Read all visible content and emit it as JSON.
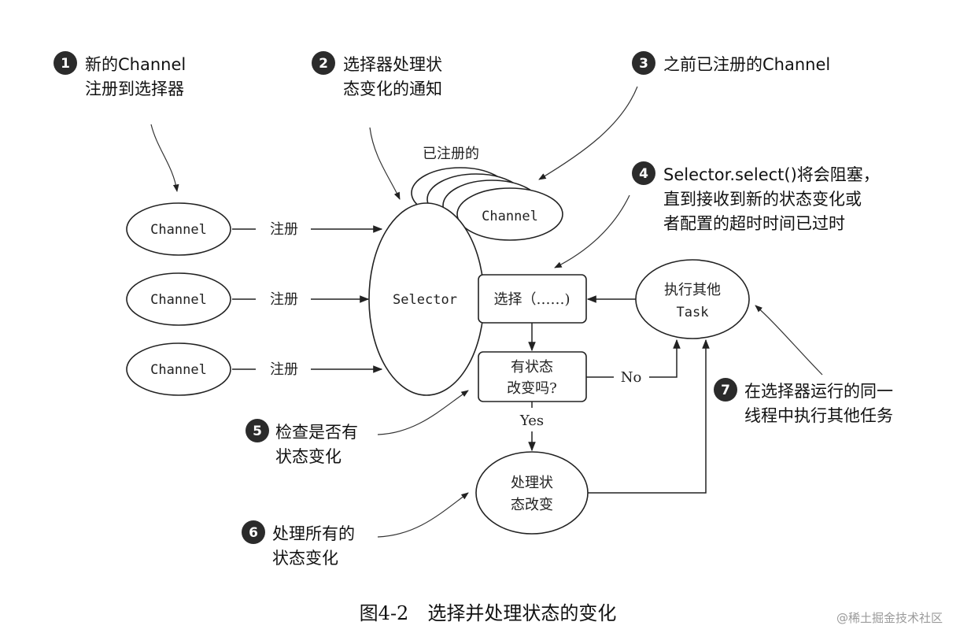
{
  "callouts": {
    "c1": {
      "number": "1",
      "line1": "新的Channel",
      "line2": "注册到选择器"
    },
    "c2": {
      "number": "2",
      "line1": "选择器处理状",
      "line2": "态变化的通知"
    },
    "c3": {
      "number": "3",
      "line1": "之前已注册的Channel"
    },
    "c4": {
      "number": "4",
      "line1": "Selector.select()将会阻塞，",
      "line2": "直到接收到新的状态变化或",
      "line3": "者配置的超时时间已过时"
    },
    "c5": {
      "number": "5",
      "line1": "检查是否有",
      "line2": "状态变化"
    },
    "c6": {
      "number": "6",
      "line1": "处理所有的",
      "line2": "状态变化"
    },
    "c7": {
      "number": "7",
      "line1": "在选择器运行的同一",
      "line2": "线程中执行其他任务"
    }
  },
  "nodes": {
    "channel": "Channel",
    "register_label": "注册",
    "registered_label": "已注册的",
    "selector": "Selector",
    "select_call": "选择（……)",
    "decision_line1": "有状态",
    "decision_line2": "改变吗?",
    "no": "No",
    "yes": "Yes",
    "process_line1": "处理状",
    "process_line2": "态改变",
    "task_line1": "执行其他",
    "task_line2": "Task"
  },
  "caption": "图4-2　选择并处理状态的变化",
  "watermark": "@稀土掘金技术社区"
}
